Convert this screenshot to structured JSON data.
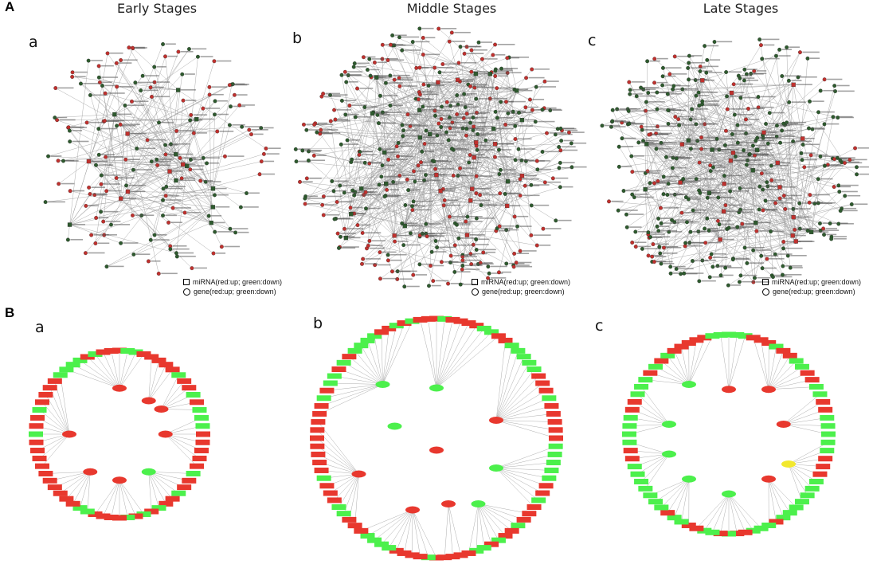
{
  "panels": {
    "A": {
      "letter": "A",
      "networks": [
        {
          "sub": "a",
          "title": "Early Stages"
        },
        {
          "sub": "b",
          "title": "Middle Stages"
        },
        {
          "sub": "c",
          "title": "Late Stages"
        }
      ],
      "legend": {
        "mirna": "miRNA(red:up; green:down)",
        "gene": "gene(red:up; green:down)"
      }
    },
    "B": {
      "letter": "B",
      "networks": [
        {
          "sub": "a"
        },
        {
          "sub": "b"
        },
        {
          "sub": "c"
        }
      ]
    }
  },
  "colors": {
    "up": "#c0312e",
    "down": "#2e5a2e",
    "bright_up": "#e8382e",
    "bright_down": "#4cf04c",
    "highlight": "#f2e82e",
    "edge": "#9a9a9a"
  }
}
